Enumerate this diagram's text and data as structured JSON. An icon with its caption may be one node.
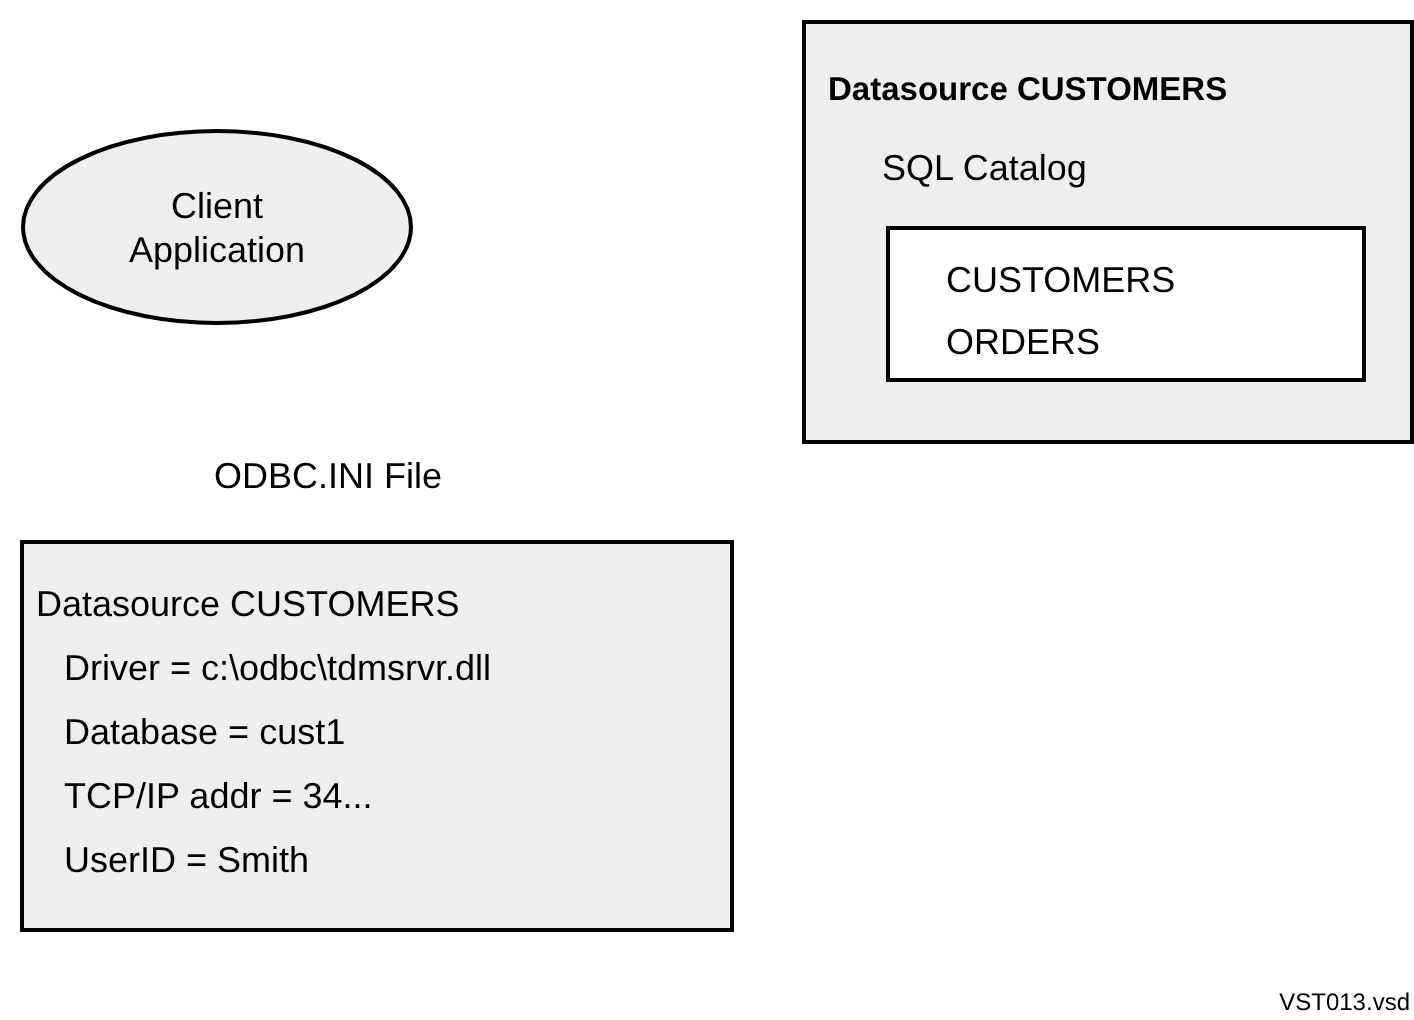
{
  "diagram": {
    "nodes": [
      {
        "text": [
          "Client Application"
        ]
      },
      {
        "text": [
          "Datasource CUSTOMERS",
          "SQL Catalog"
        ]
      },
      {
        "text": [
          "CUSTOMERS",
          "ORDERS"
        ],
        "in": 1
      },
      {
        "text": [
          "ODBC.INI File",
          "Datasource CUSTOMERS",
          "Driver = c:\\odbc\\tdmsrvr.dll",
          "Database = cust1",
          "TCP/IP addr = 34...",
          "UserID = Smith"
        ]
      }
    ],
    "labels": [
      "VST013.vsd"
    ]
  }
}
